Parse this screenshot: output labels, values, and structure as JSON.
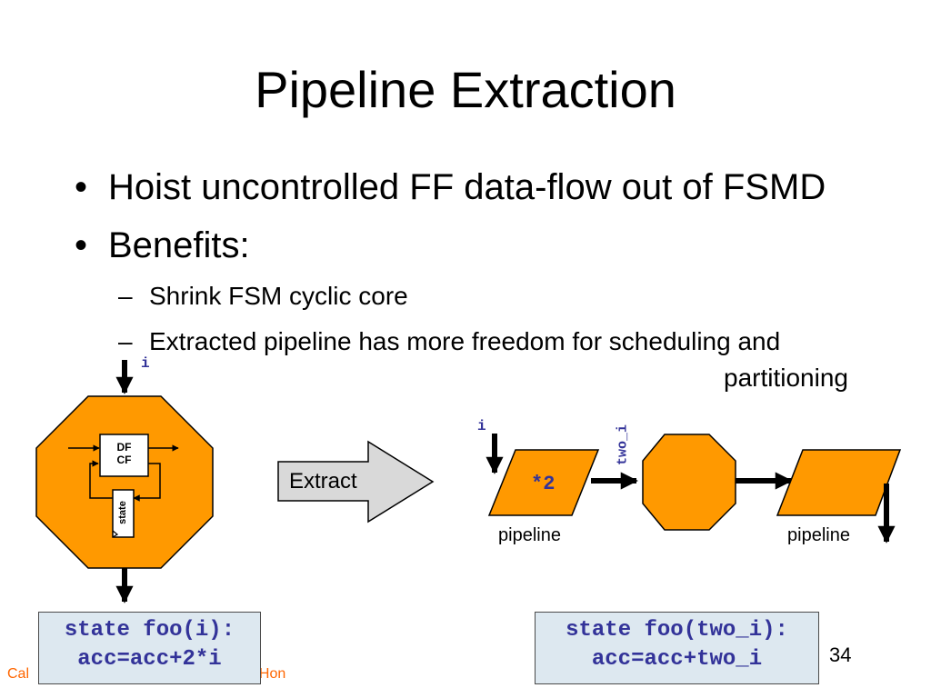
{
  "slide": {
    "title": "Pipeline Extraction",
    "bullets": [
      "Hoist uncontrolled FF data-flow out of FSMD",
      "Benefits:"
    ],
    "sub_bullets": [
      "Shrink FSM cyclic core",
      "Extracted pipeline has more freedom for scheduling and",
      "partitioning"
    ],
    "footer": "Cal",
    "footer_tail": "eHon",
    "page_number": "34"
  },
  "left_diagram": {
    "input_label": "i",
    "inner_box_line1": "DF",
    "inner_box_line2": "CF",
    "state_label": "state",
    "code_line1": "state foo(i):",
    "code_line2": "acc=acc+2*i"
  },
  "extract_arrow": {
    "label": "Extract"
  },
  "right_diagram": {
    "input_label": "i",
    "op_label": "*2",
    "signal_label": "two_i",
    "left_pipeline_label": "pipeline",
    "right_pipeline_label": "pipeline",
    "code_line1": "state foo(two_i):",
    "code_line2": "acc=acc+two_i"
  },
  "colors": {
    "orange": "#ff9900",
    "code_text": "#333399",
    "code_bg": "#dde8f0",
    "footer": "#ff6600",
    "arrow_fill": "#d9d9d9"
  }
}
